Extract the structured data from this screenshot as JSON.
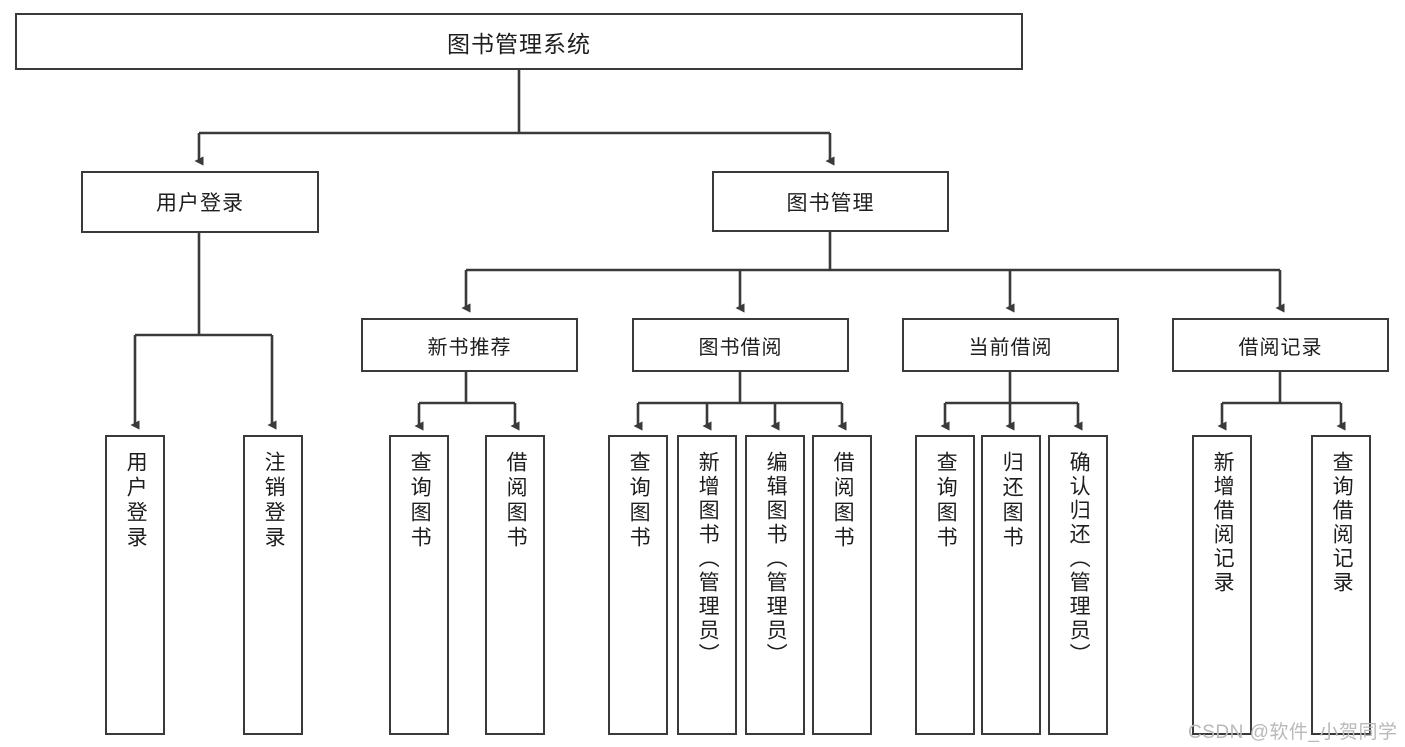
{
  "diagram": {
    "title_node": {
      "label": "图书管理系统"
    },
    "level1": [
      {
        "label": "用户登录"
      },
      {
        "label": "图书管理"
      }
    ],
    "level2": [
      {
        "label": "新书推荐"
      },
      {
        "label": "图书借阅"
      },
      {
        "label": "当前借阅"
      },
      {
        "label": "借阅记录"
      }
    ],
    "leaves": {
      "user_login": [
        {
          "label": "用户登录"
        },
        {
          "label": "注销登录"
        }
      ],
      "new_book_recommend": [
        {
          "label": "查询图书"
        },
        {
          "label": "借阅图书"
        }
      ],
      "book_borrow": [
        {
          "label": "查询图书"
        },
        {
          "label": "新增图书（管理员）"
        },
        {
          "label": "编辑图书（管理员）"
        },
        {
          "label": "借阅图书"
        }
      ],
      "current_borrow": [
        {
          "label": "查询图书"
        },
        {
          "label": "归还图书"
        },
        {
          "label": "确认归还（管理员）"
        }
      ],
      "borrow_record": [
        {
          "label": "新增借阅记录"
        },
        {
          "label": "查询借阅记录"
        }
      ]
    },
    "watermark": {
      "text": "CSDN @软件_小贺同学"
    },
    "colors": {
      "stroke": "#3a3a3a",
      "background": "#ffffff",
      "text": "#1e1e1e",
      "watermark": "#b9b9b9"
    }
  }
}
